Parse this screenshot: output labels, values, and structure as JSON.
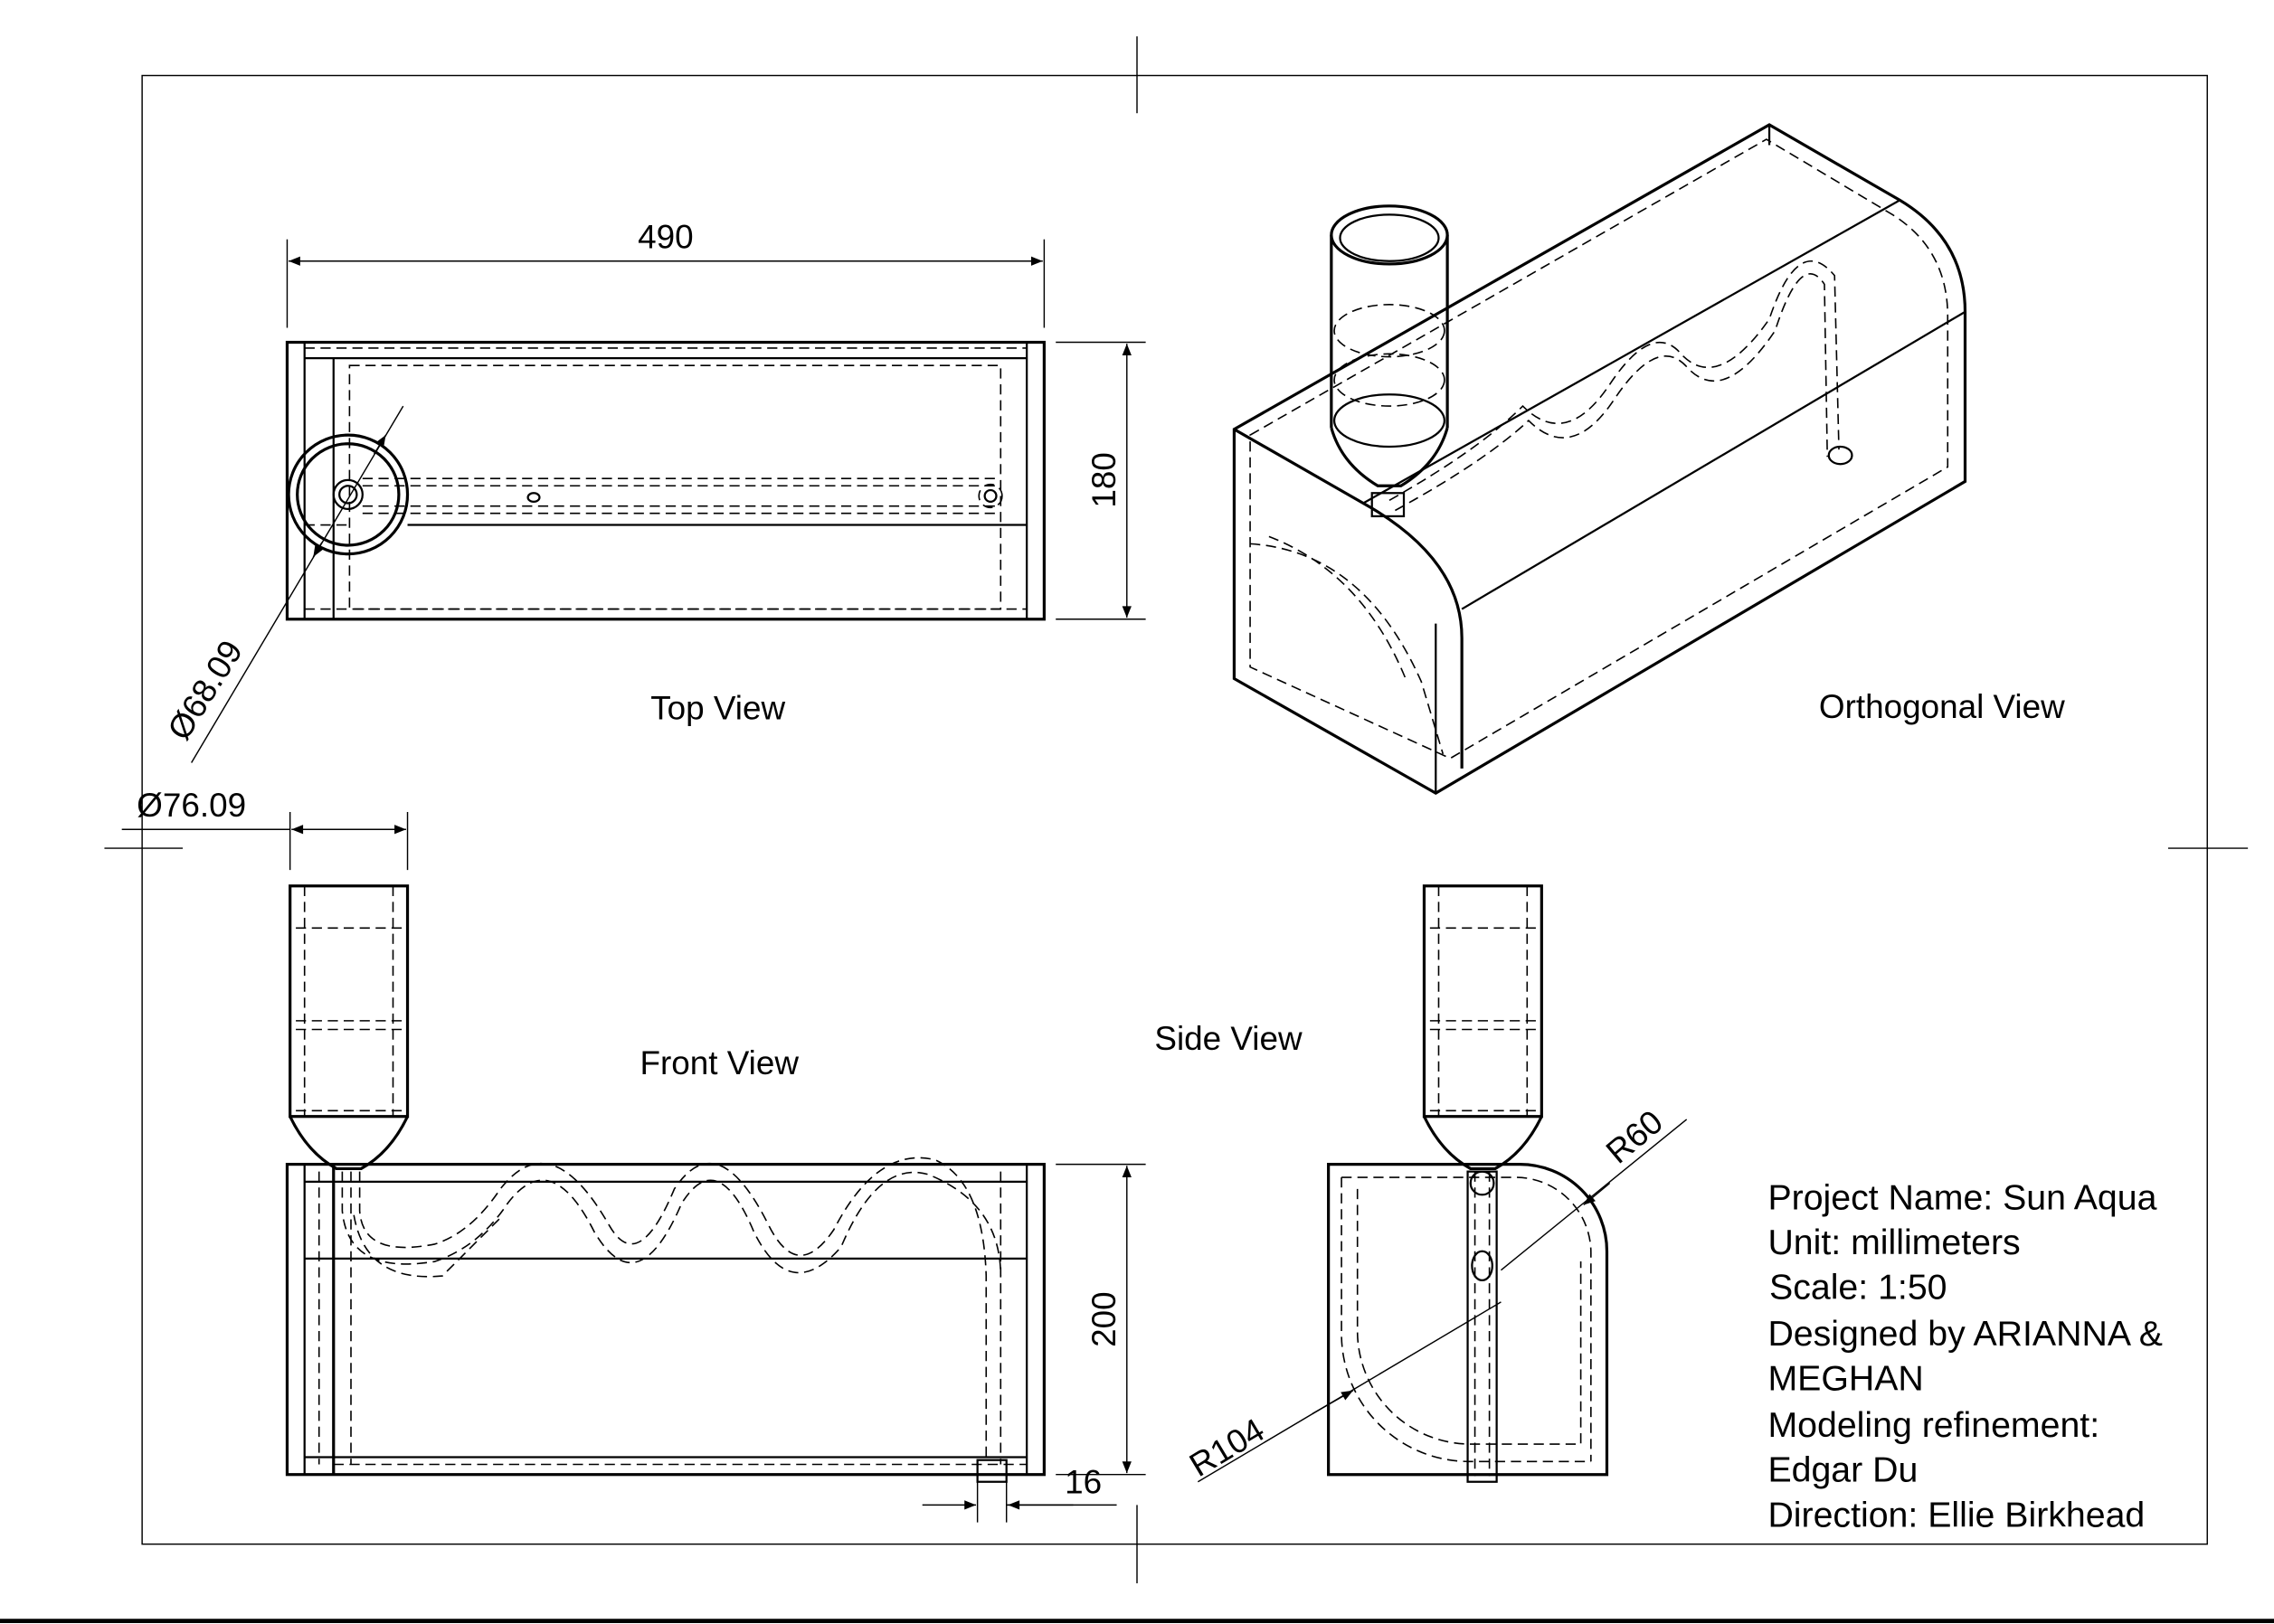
{
  "views": {
    "top": "Top View",
    "orthogonal": "Orthogonal View",
    "front": "Front View",
    "side": "Side View"
  },
  "dimensions": {
    "top_length": "490",
    "top_width": "180",
    "inner_diameter": "Ø68.09",
    "outer_diameter": "Ø76.09",
    "front_height": "200",
    "foot_width": "16",
    "radius_small": "R60",
    "radius_large": "R104"
  },
  "title_block": {
    "project": "Project Name: Sun Aqua",
    "unit": "Unit: millimeters",
    "scale": "Scale: 1:50",
    "designed_1": "Designed by ARIANNA &",
    "designed_2": "MEGHAN",
    "modeling_1": "Modeling refinement:",
    "modeling_2": "Edgar Du",
    "direction": "Direction: Ellie Birkhead"
  }
}
